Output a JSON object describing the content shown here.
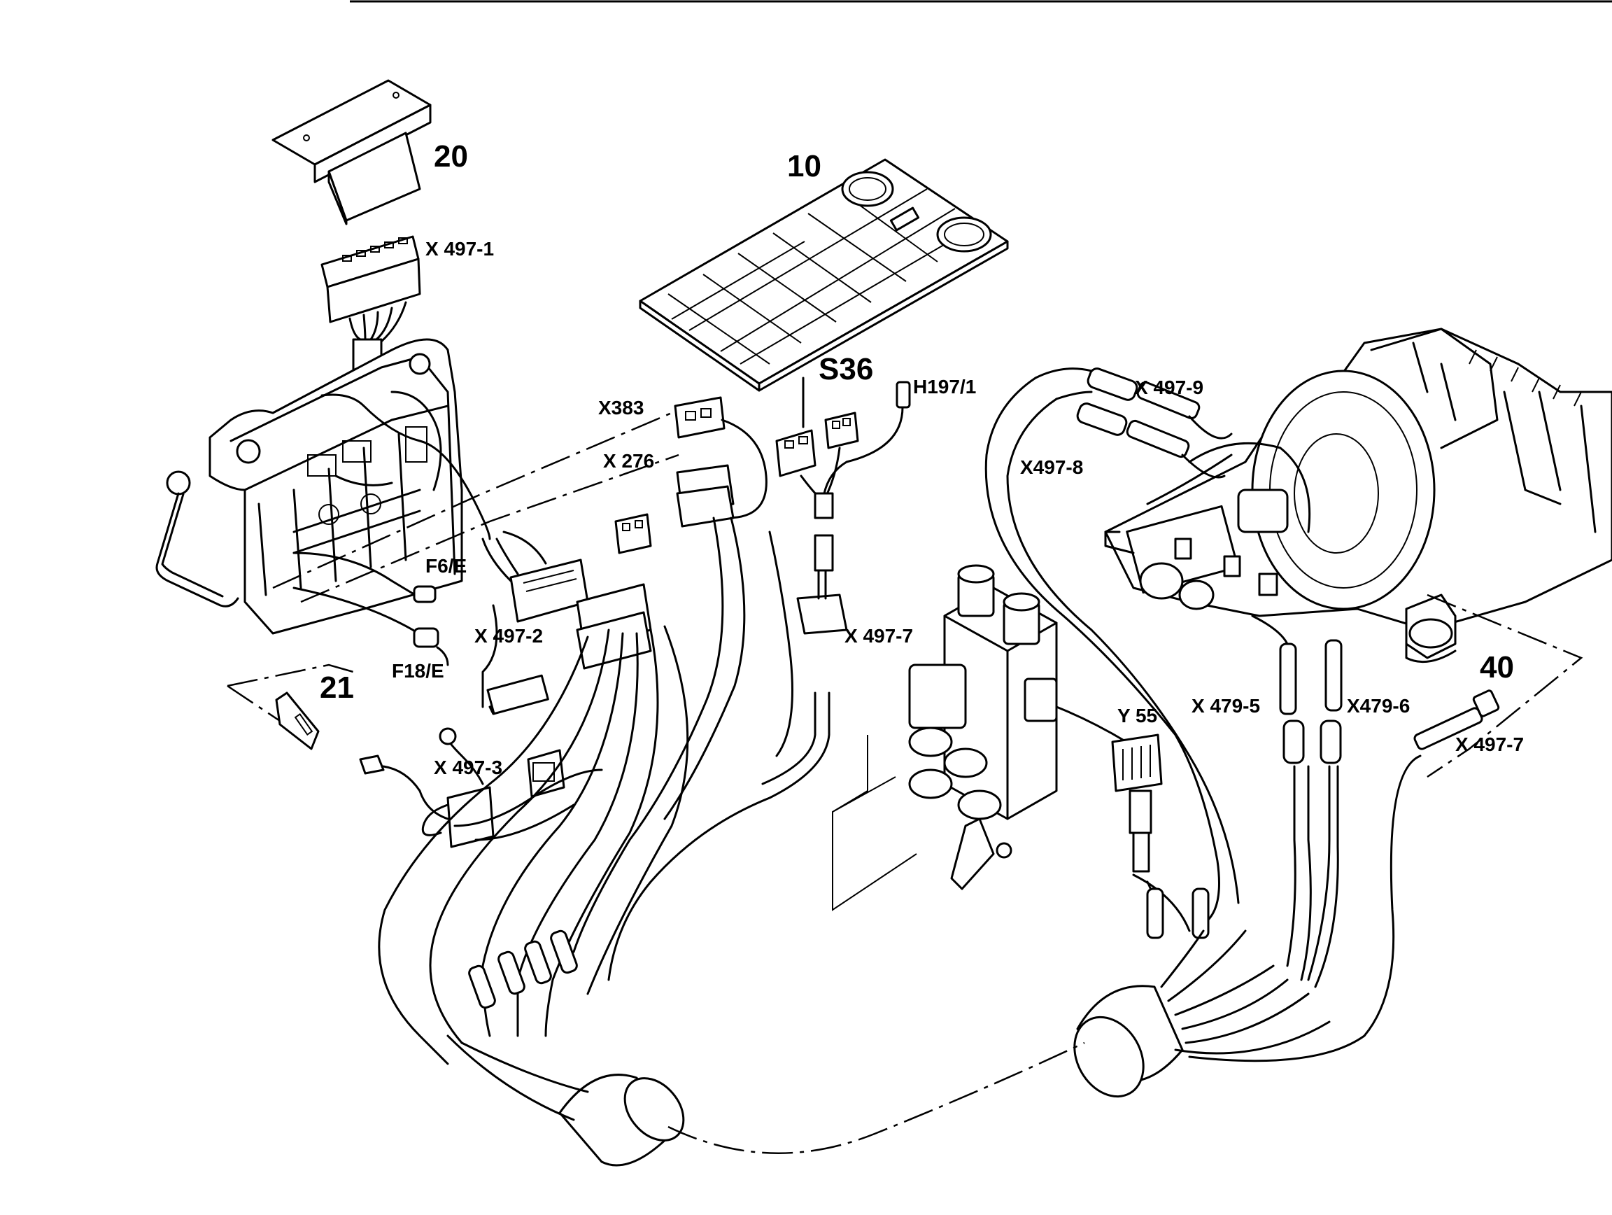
{
  "labels": {
    "part_20": "20",
    "part_10": "10",
    "part_21": "21",
    "part_40": "40",
    "s36": "S36",
    "h197_1": "H197/1",
    "x497_1": "X 497-1",
    "x383": "X383",
    "x276": "X 276",
    "f6e": "F6/E",
    "f18e": "F18/E",
    "x497_2": "X 497-2",
    "x497_3": "X 497-3",
    "x497_7_top": "X 497-7",
    "x497_7_right": "X 497-7",
    "x497_9": "X 497-9",
    "x497_8": "X497-8",
    "y55": "Y 55",
    "x479_5": "X 479-5",
    "x479_6": "X479-6"
  }
}
